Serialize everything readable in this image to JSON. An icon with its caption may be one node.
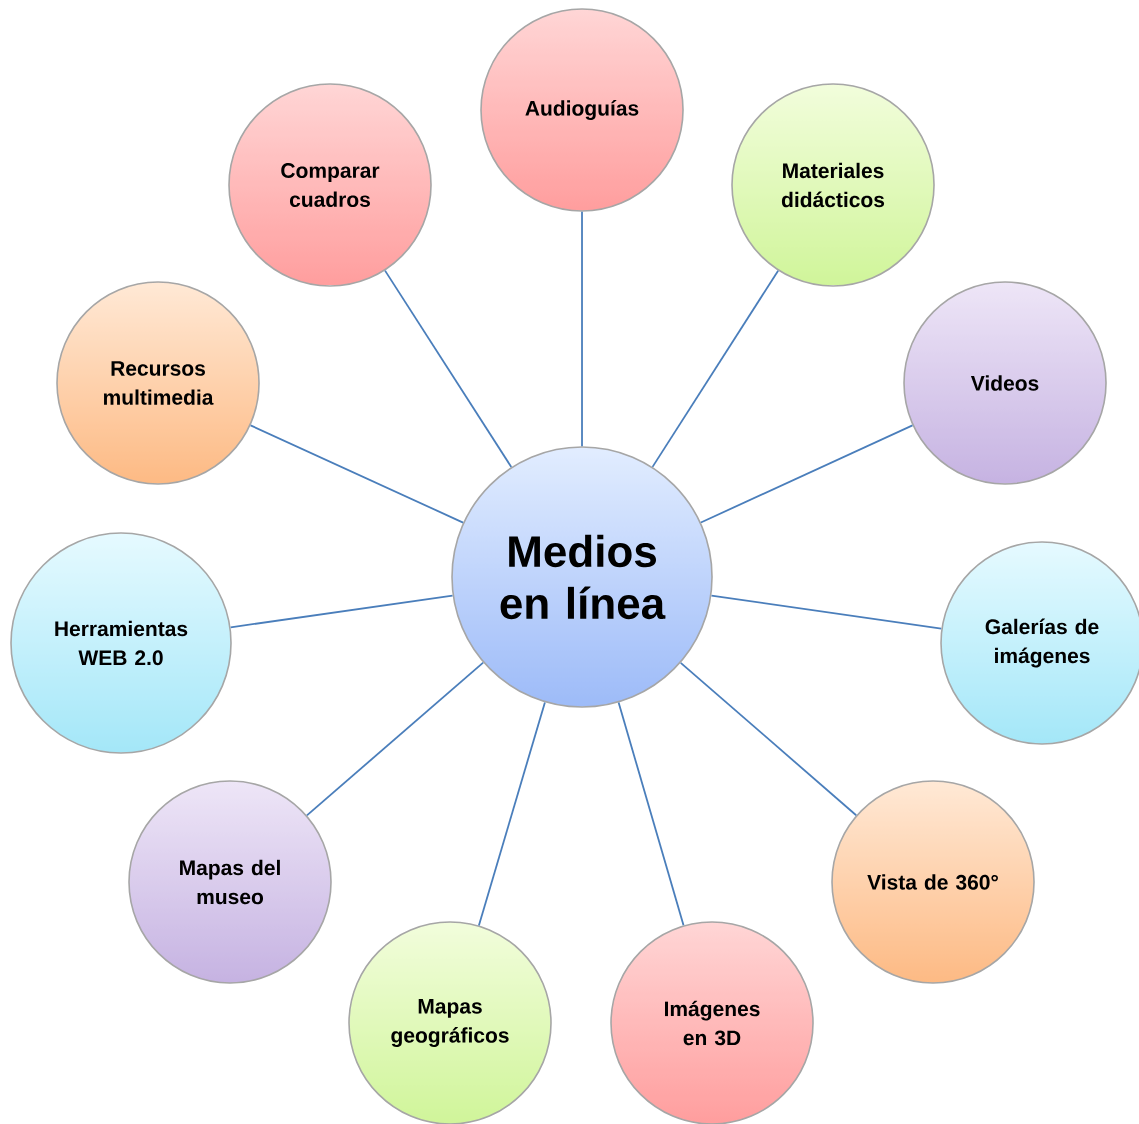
{
  "diagram": {
    "nodes": [
      {
        "text": [
          "Medios en línea"
        ]
      },
      {
        "text": [
          "Audioguías"
        ]
      },
      {
        "text": [
          "Materiales didácticos"
        ]
      },
      {
        "text": [
          "Videos"
        ]
      },
      {
        "text": [
          "Galerías de imágenes"
        ]
      },
      {
        "text": [
          "Vista de 360°"
        ]
      },
      {
        "text": [
          "Imágenes en 3D"
        ]
      },
      {
        "text": [
          "Mapas geográficos"
        ]
      },
      {
        "text": [
          "Mapas del museo"
        ]
      },
      {
        "text": [
          "Herramientas WEB 2.0"
        ]
      },
      {
        "text": [
          "Recursos multimedia"
        ]
      },
      {
        "text": [
          "Comparar cuadros"
        ]
      }
    ],
    "edges": [
      {
        "from": 0,
        "to": 1,
        "arrow": "none"
      },
      {
        "from": 0,
        "to": 2,
        "arrow": "none"
      },
      {
        "from": 0,
        "to": 3,
        "arrow": "none"
      },
      {
        "from": 0,
        "to": 4,
        "arrow": "none"
      },
      {
        "from": 0,
        "to": 5,
        "arrow": "none"
      },
      {
        "from": 0,
        "to": 6,
        "arrow": "none"
      },
      {
        "from": 0,
        "to": 7,
        "arrow": "none"
      },
      {
        "from": 0,
        "to": 8,
        "arrow": "none"
      },
      {
        "from": 0,
        "to": 9,
        "arrow": "none"
      },
      {
        "from": 0,
        "to": 10,
        "arrow": "none"
      },
      {
        "from": 0,
        "to": 11,
        "arrow": "none"
      }
    ]
  }
}
